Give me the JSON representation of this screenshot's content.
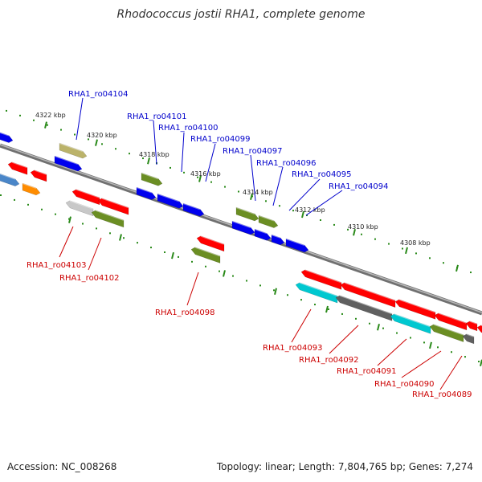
{
  "title": "Rhodococcus jostii RHA1, complete genome",
  "footer": {
    "accession": "Accession: NC_008268",
    "summary": "Topology: linear; Length: 7,804,765 bp; Genes: 7,274"
  },
  "colors": {
    "forward_label": "#0000cc",
    "reverse_label": "#cc0000",
    "tick": "#2a8a1a",
    "backbone": "#808080"
  },
  "kbp_ticks": [
    "4322 kbp",
    "4320 kbp",
    "4318 kbp",
    "4316 kbp",
    "4314 kbp",
    "4312 kbp",
    "4310 kbp",
    "4308 kbp"
  ],
  "forward_labels": [
    "RHA1_ro04104",
    "RHA1_ro04101",
    "RHA1_ro04100",
    "RHA1_ro04099",
    "RHA1_ro04097",
    "RHA1_ro04096",
    "RHA1_ro04095",
    "RHA1_ro04094"
  ],
  "reverse_labels": [
    "RHA1_ro04103",
    "RHA1_ro04102",
    "RHA1_ro04098",
    "RHA1_ro04093",
    "RHA1_ro04092",
    "RHA1_ro04091",
    "RHA1_ro04090",
    "RHA1_ro04089"
  ]
}
